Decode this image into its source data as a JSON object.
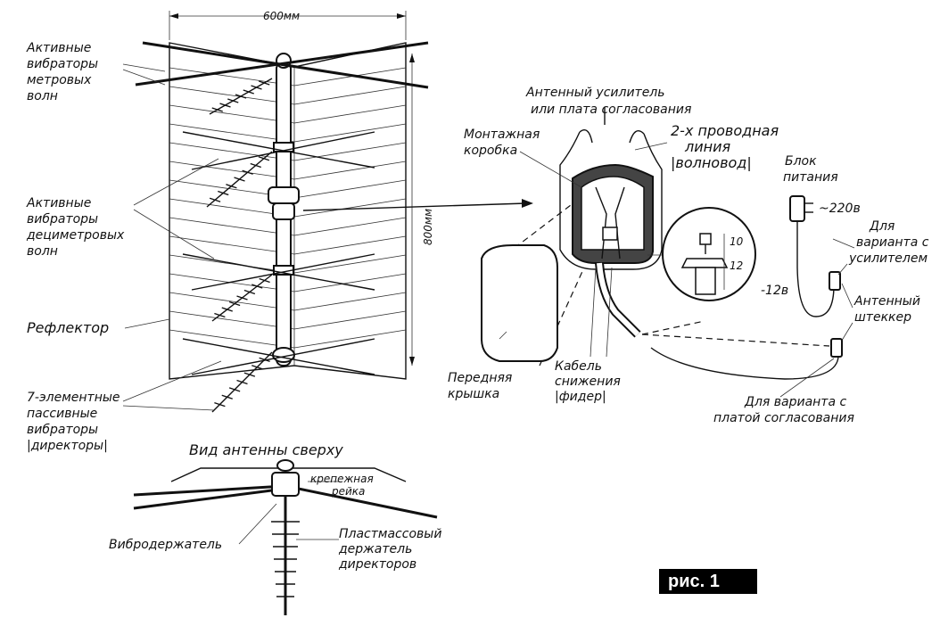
{
  "dims": {
    "width_mm": "600мм",
    "height_mm": "800мм"
  },
  "labels": {
    "active_meter": [
      "Активные",
      "вибраторы",
      "метровых",
      "волн"
    ],
    "active_decimeter": [
      "Активные",
      "вибраторы",
      "дециметровых",
      "волн"
    ],
    "reflector": "Рефлектор",
    "passive": [
      "7-элементные",
      "пассивные",
      "вибраторы",
      "|директоры|"
    ],
    "top_view_title": "Вид антенны сверху",
    "mount_rail": [
      "крепежная",
      "рейка"
    ],
    "vibro_holder": "Вибродержатель",
    "plastic_holder": [
      "Пластмассовый",
      "держатель",
      "директоров"
    ],
    "amplifier": [
      "Антенный усилитель",
      "или плата согласования"
    ],
    "mount_box": [
      "Монтажная",
      "коробка"
    ],
    "two_wire": [
      "2-х проводная",
      "линия",
      "|волновод|"
    ],
    "front_cover": [
      "Передняя",
      "крышка"
    ],
    "cable": [
      "Кабель",
      "снижения",
      "|фидер|"
    ],
    "power_unit": [
      "Блок",
      "питания"
    ],
    "voltage_220": "~220в",
    "voltage_12": "-12в",
    "amp_variant": [
      "Для",
      "варианта с",
      "усилителем"
    ],
    "plug": [
      "Антенный",
      "штеккер"
    ],
    "board_variant": [
      "Для варианта с",
      "платой согласования"
    ],
    "detail_10": "10",
    "detail_12": "12"
  },
  "figure_badge": "рис. 1"
}
